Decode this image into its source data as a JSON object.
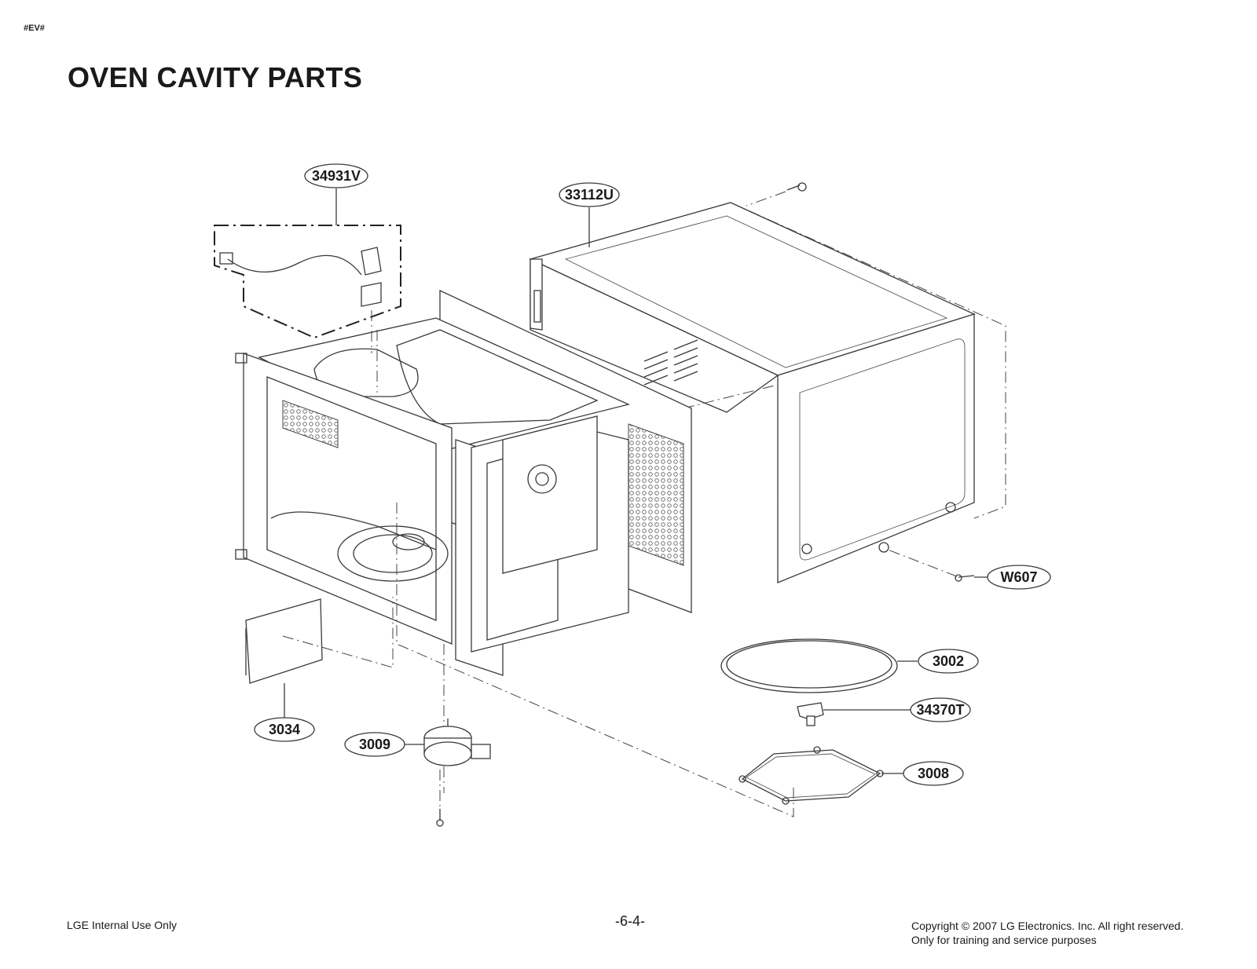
{
  "header": {
    "tag": "#EV#",
    "title": "OVEN CAVITY PARTS"
  },
  "callouts": [
    {
      "id": "c-34931V",
      "label": "34931V"
    },
    {
      "id": "c-33112U",
      "label": "33112U"
    },
    {
      "id": "c-W607",
      "label": "W607"
    },
    {
      "id": "c-3002",
      "label": "3002"
    },
    {
      "id": "c-34370T",
      "label": "34370T"
    },
    {
      "id": "c-3008",
      "label": "3008"
    },
    {
      "id": "c-3034",
      "label": "3034"
    },
    {
      "id": "c-3009",
      "label": "3009"
    }
  ],
  "footer": {
    "left": "LGE Internal Use Only",
    "page": "-6-4-",
    "copyright": "Copyright © 2007 LG Electronics. Inc. All right reserved.",
    "purpose": "Only for training and service purposes"
  }
}
